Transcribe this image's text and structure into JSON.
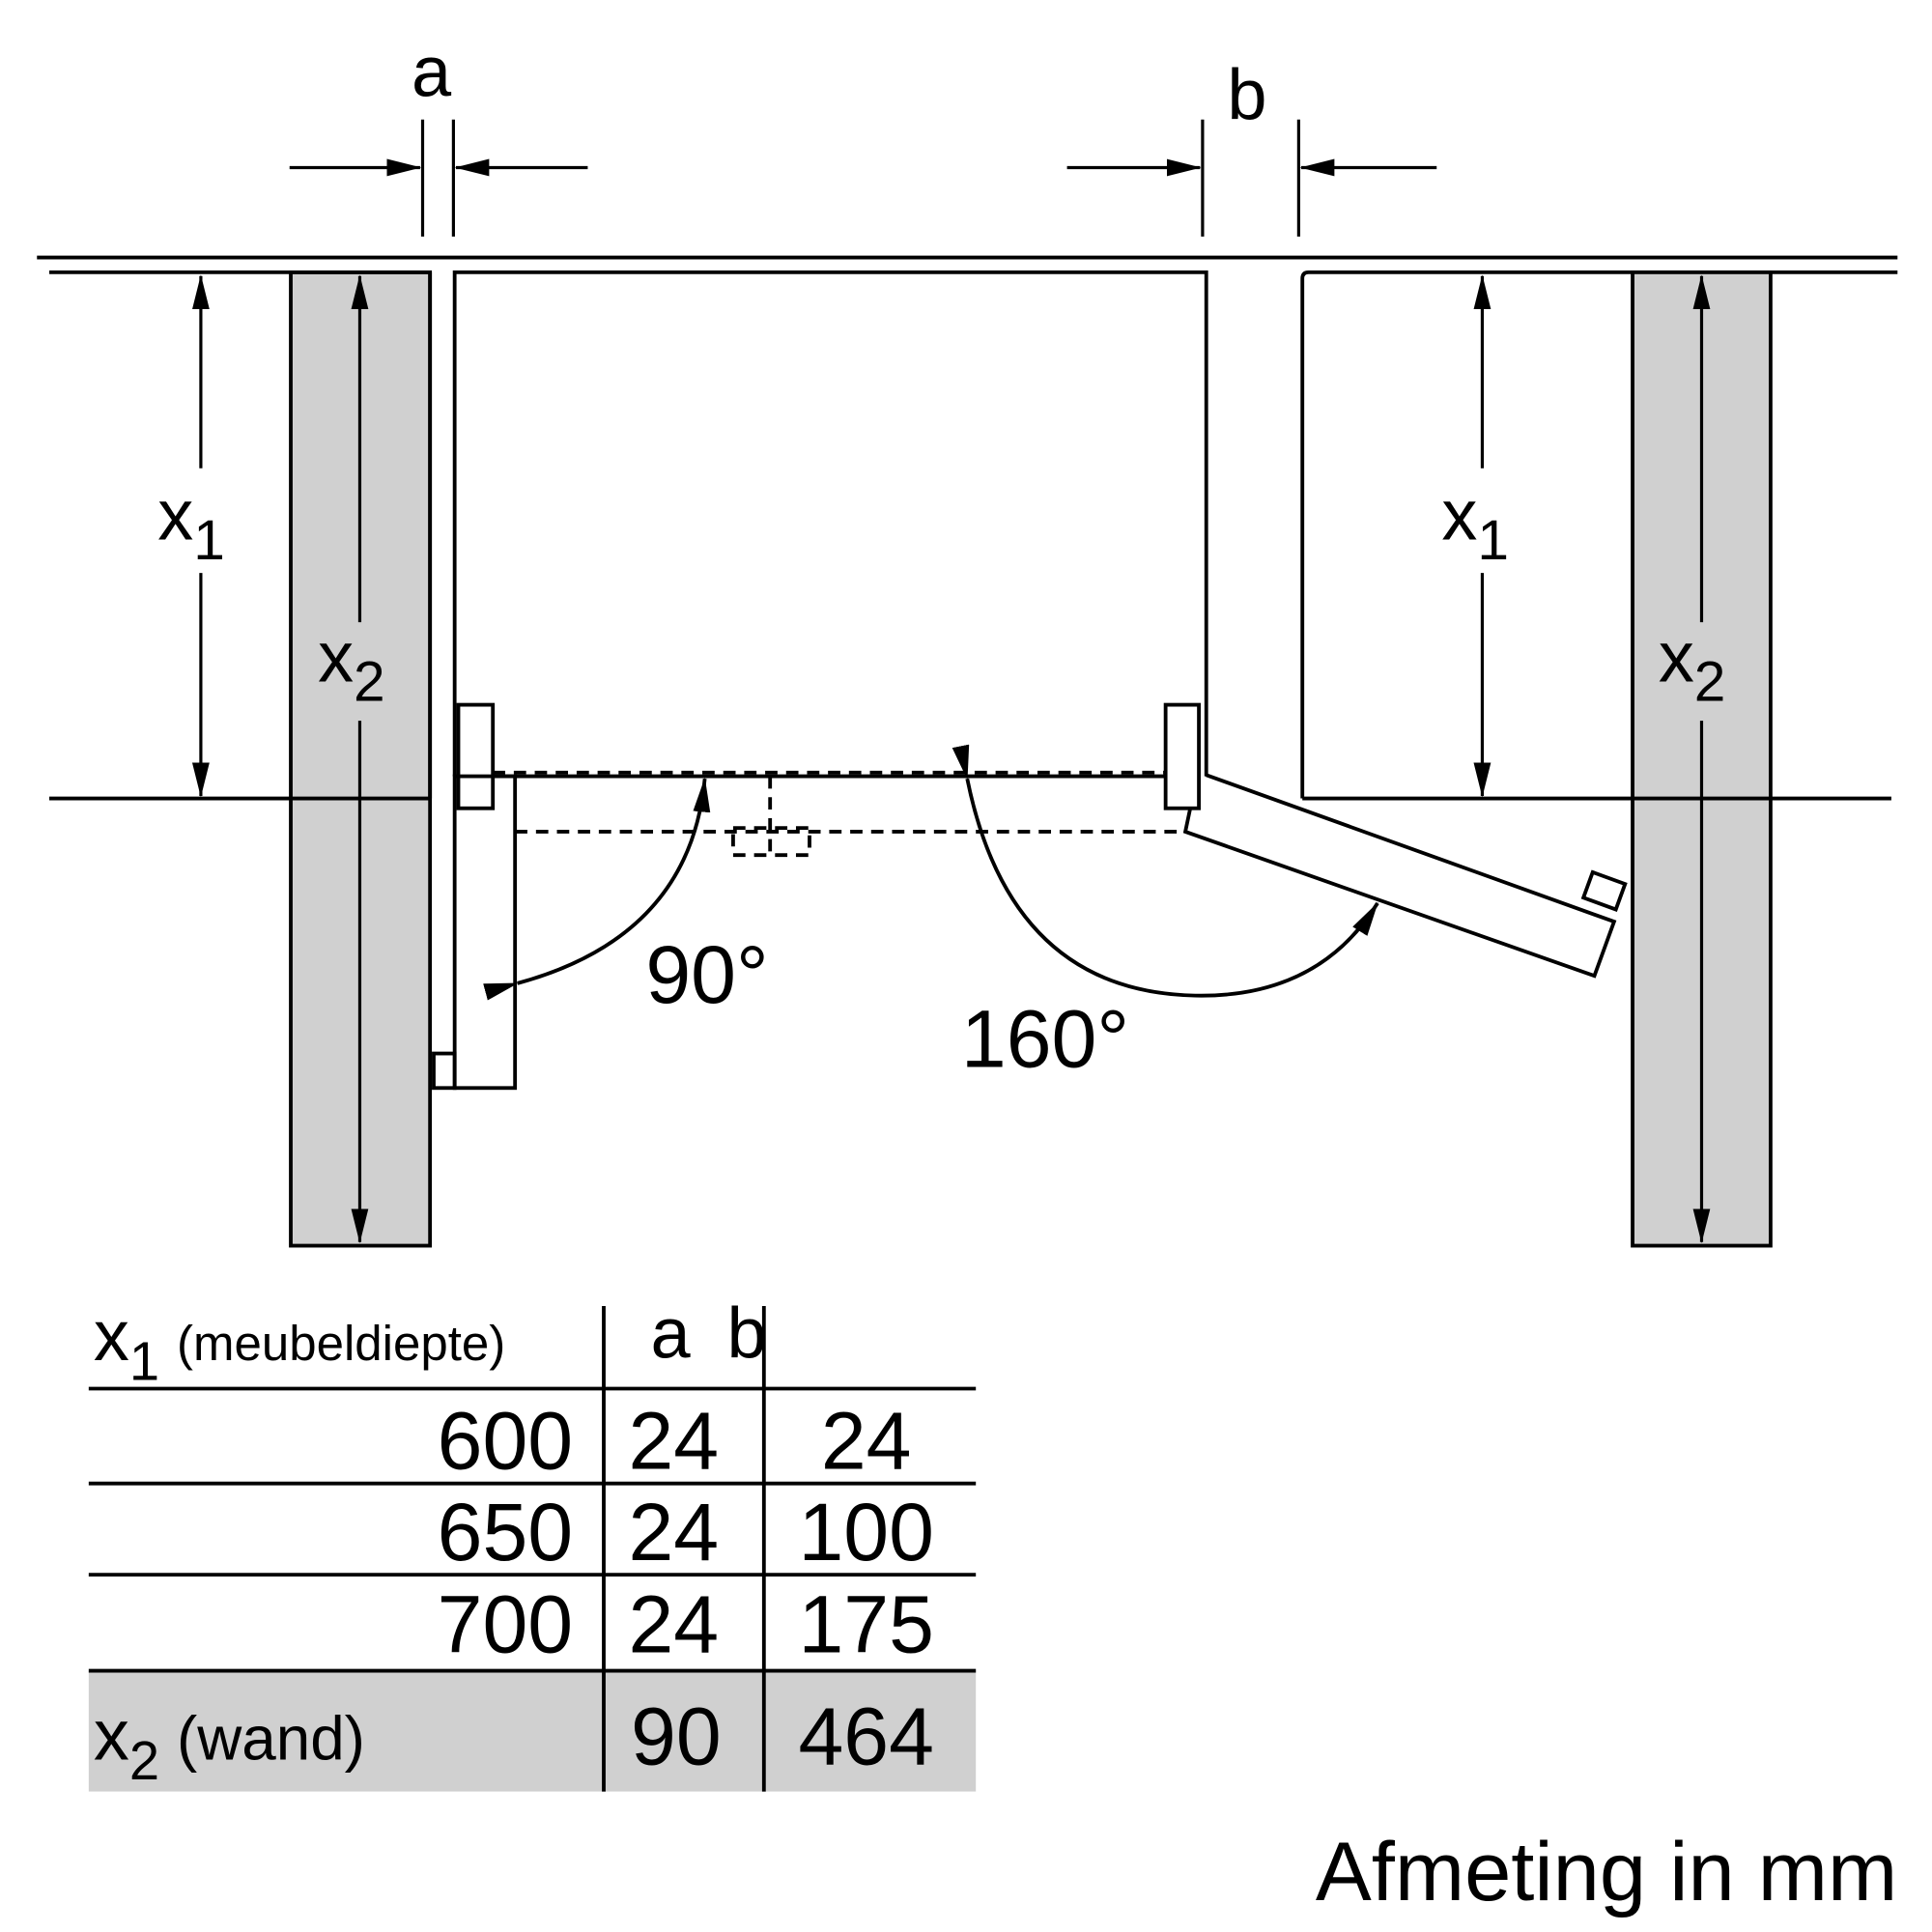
{
  "labels": {
    "a": "a",
    "b": "b",
    "x": "x",
    "sub1": "1",
    "sub2": "2",
    "angle_left": "90°",
    "angle_right": "160°"
  },
  "table": {
    "header": {
      "x_label": "x",
      "x_sub": "1",
      "x_desc": "(meubeldiepte)",
      "a": "a",
      "b": "b"
    },
    "rows": [
      {
        "x1": "600",
        "a": "24",
        "b": "24"
      },
      {
        "x1": "650",
        "a": "24",
        "b": "100"
      },
      {
        "x1": "700",
        "a": "24",
        "b": "175"
      }
    ],
    "wall_row": {
      "x_label": "x",
      "x_sub": "2",
      "x_desc": "(wand)",
      "a": "90",
      "b": "464"
    }
  },
  "footer": {
    "unit_note": "Afmeting in mm"
  },
  "colors": {
    "wall_fill": "#d0d0d0",
    "line": "#000000"
  }
}
